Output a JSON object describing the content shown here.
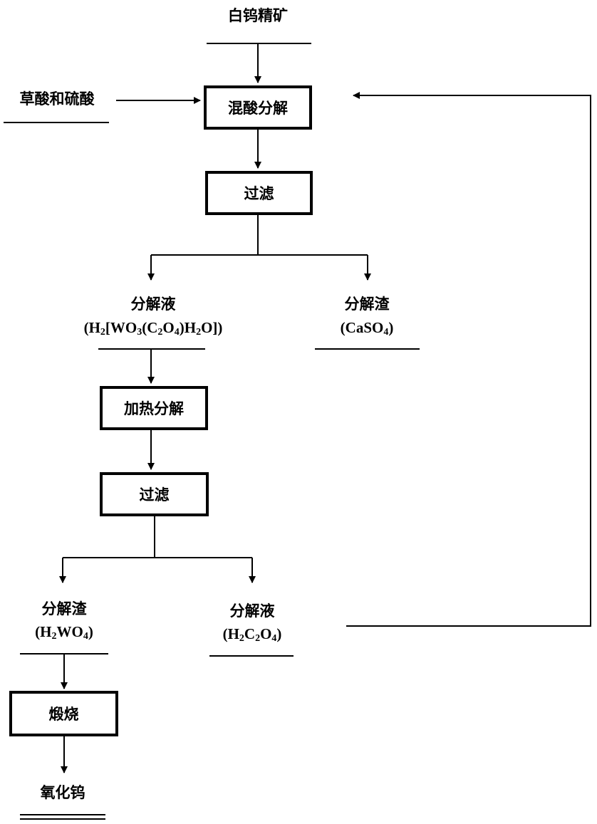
{
  "raw_material": "白钨精矿",
  "reagent": "草酸和硫酸",
  "step1": "混酸分解",
  "step2": "过滤",
  "liquid1": {
    "label": "分解液",
    "formula": [
      "(H",
      "2",
      "[WO",
      "3",
      "(C",
      "2",
      "O",
      "4",
      ")H",
      "2",
      "O])"
    ]
  },
  "residue1": {
    "label": "分解渣",
    "formula": [
      "(CaSO",
      "4",
      ")"
    ]
  },
  "step3": "加热分解",
  "step4": "过滤",
  "residue2": {
    "label": "分解渣",
    "formula": [
      "(H",
      "2",
      "WO",
      "4",
      ")"
    ]
  },
  "liquid2": {
    "label": "分解液",
    "formula": [
      "(H",
      "2",
      "C",
      "2",
      "O",
      "4",
      ")"
    ]
  },
  "step5": "煅烧",
  "product": "氧化钨"
}
